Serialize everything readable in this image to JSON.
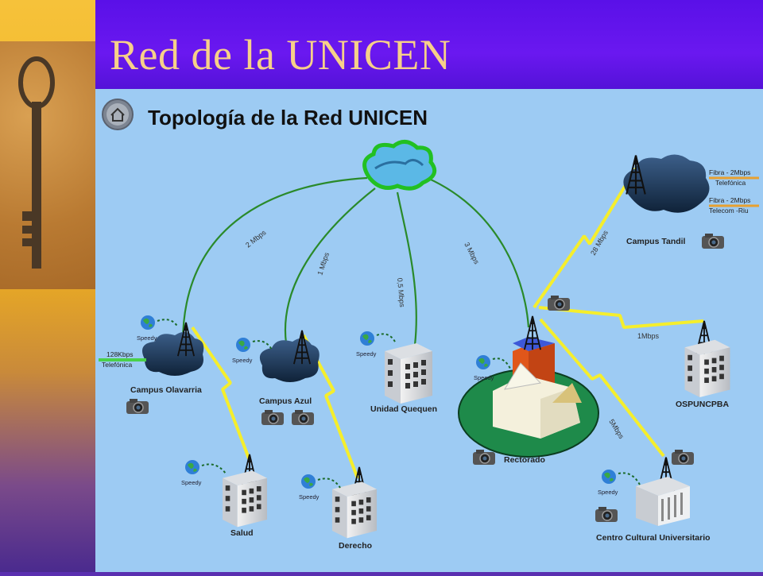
{
  "slide": {
    "title": "Red de la UNICEN"
  },
  "diagram": {
    "title": "Topología de la Red UNICEN",
    "nodes": {
      "campus_tandil": "Campus Tandil",
      "campus_olavarria": "Campus Olavarria",
      "campus_azul": "Campus Azul",
      "unidad_quequen": "Unidad Quequen",
      "rectorado": "Rectorado",
      "ospuncpba": "OSPUNCPBA",
      "salud": "Salud",
      "derecho": "Derecho",
      "centro_cultural": "Centro Cultural Universitario"
    },
    "links": {
      "olavarria": "2 Mbps",
      "azul": "1 Mbps",
      "quequen": "0,5 Mbps",
      "rectorado": "3 Mbps",
      "tandil": "28 Mbps",
      "ospuncpba": "1Mbps",
      "centro_cultural": "5Mbps"
    },
    "external": {
      "fibra1_a": "Fibra - 2Mbps",
      "fibra1_b": "Telefónica",
      "fibra2_a": "Fibra - 2Mbps",
      "fibra2_b": "Telecom -Riu",
      "olavarria_a": "128Kbps",
      "olavarria_b": "Telefónica"
    },
    "speedy_label": "Speedy",
    "colors": {
      "background": "#9dcbf3",
      "link": "#2a8a2a",
      "wireless": "#f5ee2c"
    }
  }
}
